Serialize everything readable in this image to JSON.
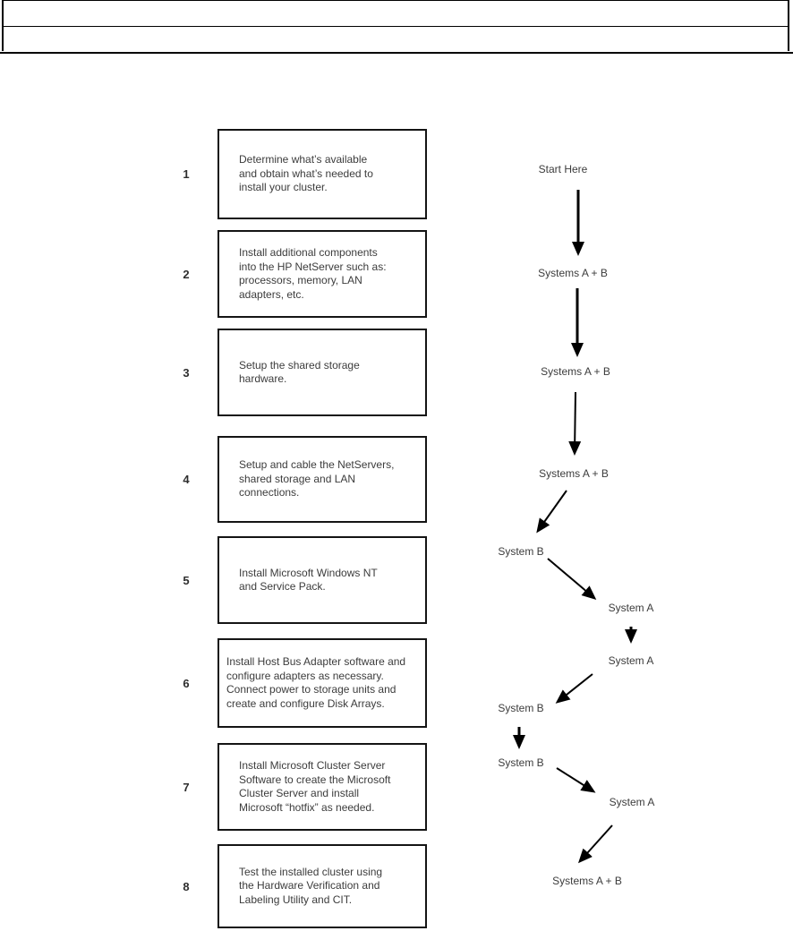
{
  "colors": {
    "background": "#ffffff",
    "text": "#3c3c3c",
    "border": "#000000"
  },
  "steps": [
    {
      "number": "1",
      "text": "Determine what’s available\nand obtain what’s needed to\ninstall your cluster."
    },
    {
      "number": "2",
      "text": "Install additional components\ninto the HP NetServer such as:\nprocessors, memory, LAN\nadapters, etc."
    },
    {
      "number": "3",
      "text": "Setup the shared storage\nhardware."
    },
    {
      "number": "4",
      "text": "Setup and cable the NetServers,\nshared storage and LAN\nconnections."
    },
    {
      "number": "5",
      "text": "Install Microsoft Windows NT\nand Service Pack."
    },
    {
      "number": "6",
      "text": "Install Host Bus Adapter software and\nconfigure adapters as necessary.\nConnect power to storage units and\ncreate and configure Disk Arrays."
    },
    {
      "number": "7",
      "text": "Install Microsoft Cluster Server\nSoftware to create the Microsoft\nCluster Server and install\nMicrosoft “hotfix” as needed."
    },
    {
      "number": "8",
      "text": "Test the installed cluster using\nthe Hardware Verification and\nLabeling Utility and CIT."
    }
  ],
  "flow": {
    "nodes": [
      {
        "id": "start",
        "label": "Start Here"
      },
      {
        "id": "ab1",
        "label": "Systems A + B"
      },
      {
        "id": "ab2",
        "label": "Systems A + B"
      },
      {
        "id": "ab3",
        "label": "Systems A + B"
      },
      {
        "id": "b1",
        "label": "System B"
      },
      {
        "id": "a1",
        "label": "System A"
      },
      {
        "id": "a2",
        "label": "System A"
      },
      {
        "id": "b2",
        "label": "System B"
      },
      {
        "id": "b3",
        "label": "System B"
      },
      {
        "id": "a3",
        "label": "System A"
      },
      {
        "id": "ab4",
        "label": "Systems A + B"
      }
    ]
  }
}
